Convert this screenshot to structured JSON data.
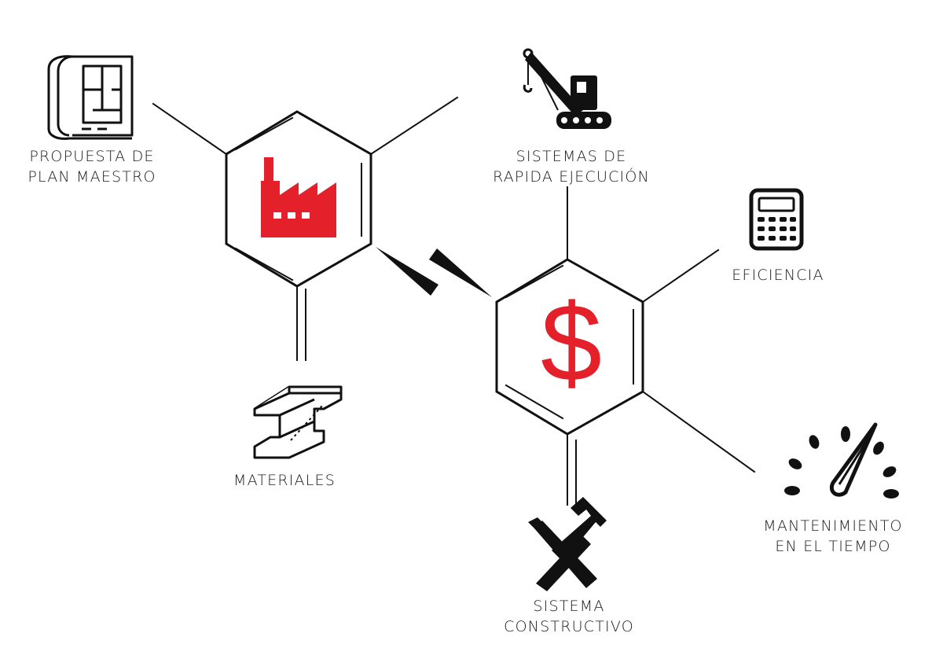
{
  "colors": {
    "line": "#111111",
    "accent": "#e4202a",
    "background": "#ffffff"
  },
  "hubs": [
    {
      "name": "factory-hub",
      "icon": "factory-icon"
    },
    {
      "name": "cost-hub",
      "icon": "dollar-icon",
      "symbol": "$"
    }
  ],
  "nodes": {
    "plan": {
      "icon": "blueprint-icon",
      "lines": [
        "PROPUESTA DE",
        "PLAN MAESTRO"
      ]
    },
    "materials": {
      "icon": "steel-beam-icon",
      "lines": [
        "MATERIALES"
      ]
    },
    "rapid": {
      "icon": "crane-icon",
      "lines": [
        "SISTEMAS DE",
        "RAPIDA EJECUCIÓN"
      ]
    },
    "efficiency": {
      "icon": "calculator-icon",
      "lines": [
        "EFICIENCIA"
      ]
    },
    "maintenance": {
      "icon": "gauge-icon",
      "lines": [
        "MANTENIMIENTO",
        "EN EL TIEMPO"
      ]
    },
    "construction": {
      "icon": "tools-icon",
      "lines": [
        "SISTEMA",
        "CONSTRUCTIVO"
      ]
    }
  }
}
